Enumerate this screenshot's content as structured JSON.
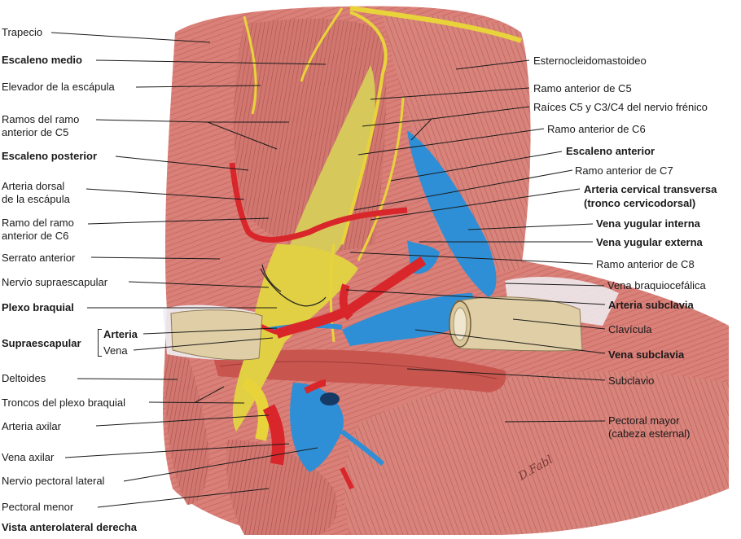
{
  "labels_left": {
    "trapecio": "Trapecio",
    "escaleno_medio": "Escaleno medio",
    "elevador": "Elevador de la escápula",
    "ramos_1": "Ramos del ramo",
    "ramos_2": "anterior de C5",
    "escaleno_posterior": "Escaleno posterior",
    "arteria_dorsal_1": "Arteria dorsal",
    "arteria_dorsal_2": "de la escápula",
    "ramo_c6_1": "Ramo del ramo",
    "ramo_c6_2": "anterior de C6",
    "serrato": "Serrato anterior",
    "nervio_supraescapular": "Nervio supraescapular",
    "plexo_braquial": "Plexo braquial",
    "supraescapular": "Supraescapular",
    "arteria": "Arteria",
    "vena": "Vena",
    "deltoides": "Deltoides",
    "troncos": "Troncos del plexo braquial",
    "arteria_axilar": "Arteria axilar",
    "vena_axilar": "Vena axilar",
    "nervio_pectoral": "Nervio pectoral lateral",
    "pectoral_menor": "Pectoral menor",
    "vista": "Vista anterolateral derecha"
  },
  "labels_right": {
    "esternocleido": "Esternocleidomastoideo",
    "ramo_c5": "Ramo anterior de C5",
    "raices": "Raíces C5 y C3/C4 del nervio frénico",
    "ramo_c6": "Ramo anterior de C6",
    "escaleno_anterior": "Escaleno anterior",
    "ramo_c7": "Ramo anterior de C7",
    "arteria_cervical_1": "Arteria cervical transversa",
    "arteria_cervical_2": "(tronco cervicodorsal)",
    "vena_yugular_interna": "Vena yugular interna",
    "vena_yugular_externa": "Vena yugular externa",
    "ramo_c8": "Ramo anterior de C8",
    "vena_braquio": "Vena braquiocefálica",
    "arteria_subclavia": "Arteria subclavia",
    "clavicula": "Clavícula",
    "vena_subclavia": "Vena subclavia",
    "subclavio": "Subclavio",
    "pectoral_mayor_1": "Pectoral mayor",
    "pectoral_mayor_2": "(cabeza esternal)"
  },
  "colors": {
    "muscle": "#d9817a",
    "muscle_dark": "#b8514c",
    "nerve": "#e8d43a",
    "artery": "#d9262b",
    "vein": "#2e8fd6",
    "bone": "#e0cfa6",
    "leader": "#1a1a1a"
  }
}
